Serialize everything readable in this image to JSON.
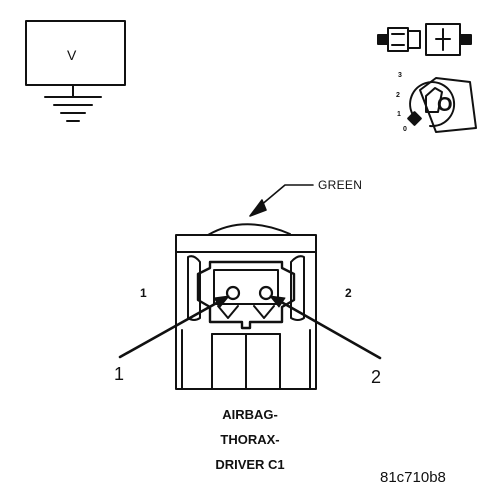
{
  "meter": {
    "symbol": "V"
  },
  "ignition_key": {
    "positions": [
      "3",
      "2",
      "1",
      "0"
    ],
    "key_letter": "O"
  },
  "connector": {
    "wire_color": "GREEN",
    "cavity_labels": [
      "1",
      "2"
    ],
    "callouts": [
      "1",
      "2"
    ],
    "name_lines": [
      "AIRBAG-",
      "THORAX-",
      "DRIVER C1"
    ]
  },
  "figure_id": "81c710b8",
  "colors": {
    "ink": "#111111",
    "background": "#ffffff"
  }
}
